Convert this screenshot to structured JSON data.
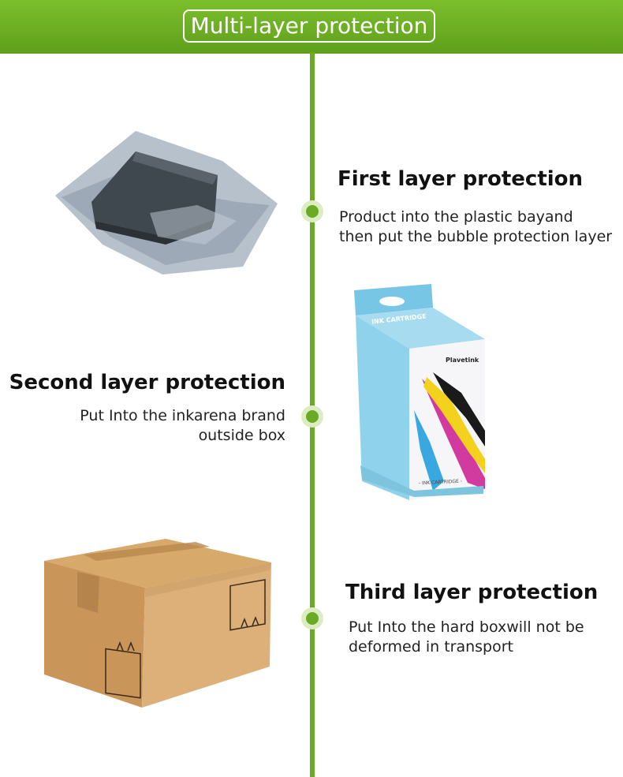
{
  "header": {
    "title": "Multi-layer protection"
  },
  "layers": [
    {
      "title": "First layer protection",
      "line1": "Product into the plastic bayand",
      "line2": "then put the bubble protection layer"
    },
    {
      "title": "Second layer protection",
      "line1": "Put Into the inkarena brand",
      "line2": "outside box"
    },
    {
      "title": "Third layer protection",
      "line1": "Put Into the hard boxwill not be",
      "line2": "deformed in transport"
    }
  ],
  "box_labels": {
    "ink_top": "INK CARTRIDGE",
    "brand": "Plavetink",
    "ink_bottom": "- INK CARTRIDGE -"
  },
  "colors": {
    "green": "#6aaa25",
    "green_light": "#dcedc4"
  }
}
